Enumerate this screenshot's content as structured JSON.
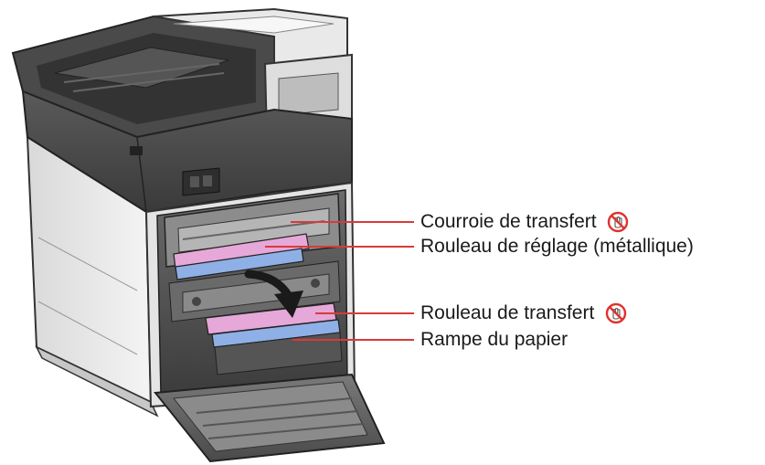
{
  "labels": {
    "transfer_belt": "Courroie de transfert",
    "registration_roller": "Rouleau de réglage (métallique)",
    "transfer_roller": "Rouleau de transfert",
    "paper_chute": "Rampe du papier"
  },
  "icons": {
    "warning": "no-touch-icon"
  },
  "colors": {
    "belt_highlight": "#e6a8d8",
    "roller_highlight": "#8fb0e6",
    "warning_red": "#e0312c"
  }
}
